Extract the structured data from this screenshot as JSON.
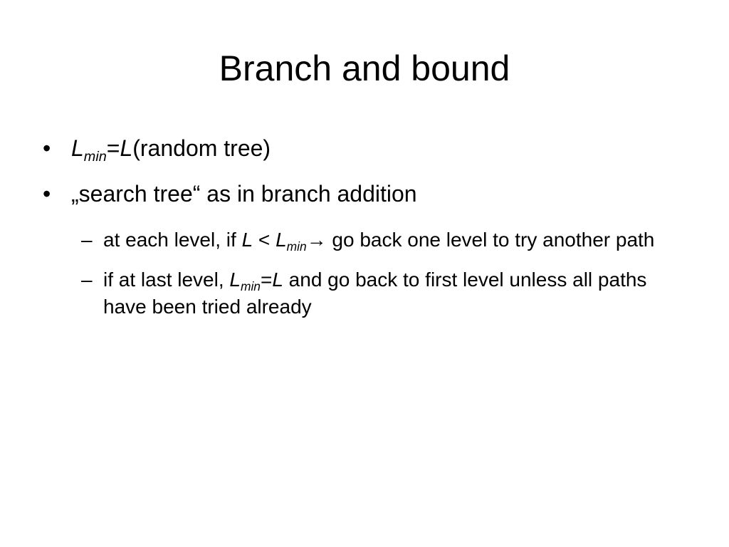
{
  "slide": {
    "title": "Branch and bound",
    "bullet_marker": "•",
    "sub_marker": "–",
    "items": [
      {
        "parts": {
          "l": "L",
          "min": "min",
          "eq": "=",
          "l2": "L",
          "rest": "(random tree)"
        }
      },
      {
        "text": "„search tree“ as in branch addition",
        "subitems": [
          {
            "pre": "at each level, if ",
            "l": "L",
            "lt": " < ",
            "l2": "L",
            "min": "min",
            "arrow": "→",
            "post": " go back one level to try another path"
          },
          {
            "pre": "if at last level, ",
            "l": "L",
            "min": "min",
            "eq": "=",
            "l2": "L",
            "post": " and go back to first level unless all paths have been tried already"
          }
        ]
      }
    ]
  }
}
